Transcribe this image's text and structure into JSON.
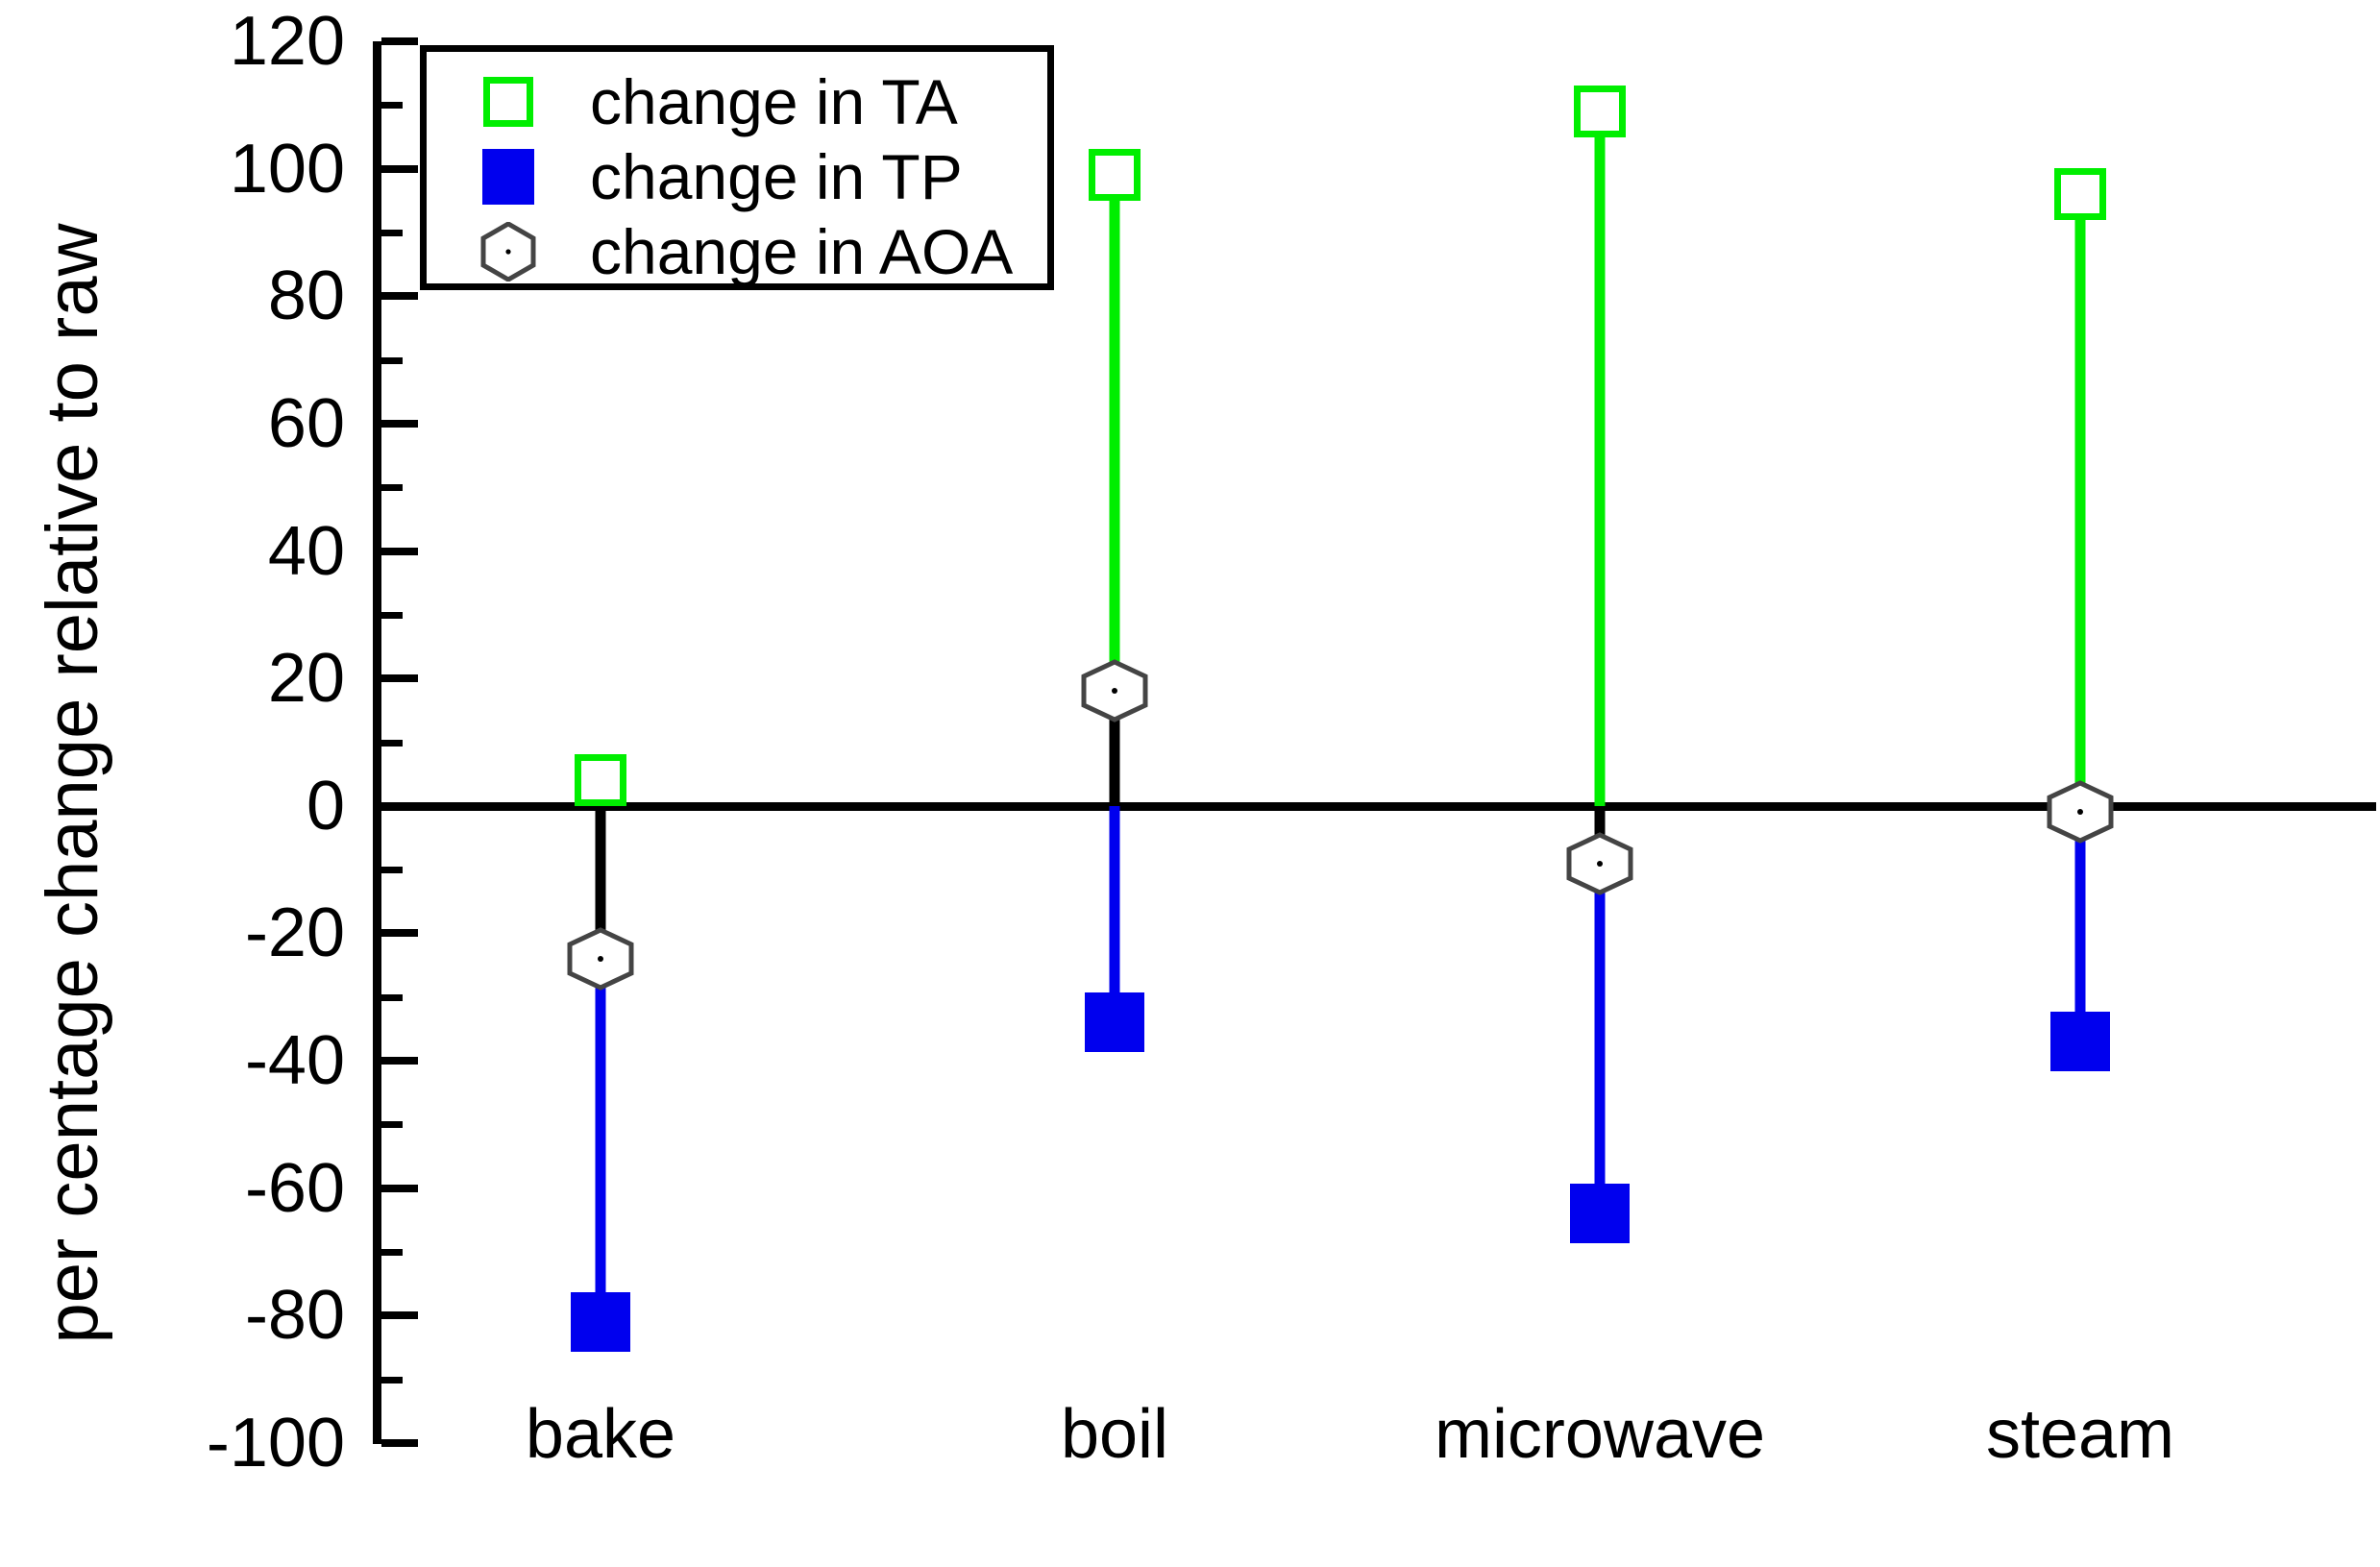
{
  "chart_data": {
    "type": "bar",
    "title": "",
    "xlabel": "",
    "ylabel": "per centage change relative to raw",
    "categories": [
      "bake",
      "boil",
      "microwave",
      "steam"
    ],
    "series": [
      {
        "name": "change in TA",
        "key": "ta",
        "color": "#00ee00",
        "marker": "open-square",
        "values": [
          4,
          99,
          109,
          96
        ]
      },
      {
        "name": "change in TP",
        "key": "tp",
        "color": "#0000ee",
        "marker": "filled-square",
        "values": [
          -81,
          -34,
          -64,
          -37
        ]
      },
      {
        "name": "change in AOA",
        "key": "aoa",
        "color": "#000000",
        "marker": "hexagon-dot",
        "values": [
          -24,
          18,
          -9,
          -1
        ]
      }
    ],
    "ylim": [
      -100,
      120
    ],
    "ytick_major": [
      120,
      100,
      80,
      60,
      40,
      20,
      0,
      -20,
      -40,
      -60,
      -80,
      -100
    ],
    "ytick_labels": [
      "120",
      "100",
      "80",
      "60",
      "40",
      "20",
      "0",
      "-20",
      "-40",
      "-60",
      "-80",
      "-100"
    ],
    "ytick_minor_step": 10,
    "grid": false,
    "legend_position": "top-left",
    "zero_line": 0
  },
  "legend": {
    "items": [
      {
        "label": "change in TA",
        "icon": "open-square-icon"
      },
      {
        "label": "change in TP",
        "icon": "filled-square-icon"
      },
      {
        "label": "change in AOA",
        "icon": "hexagon-dot-icon"
      }
    ]
  },
  "colors": {
    "ta": "#00ee00",
    "tp": "#0000ee",
    "aoa": "#000000",
    "axis": "#000000",
    "background": "#ffffff"
  }
}
